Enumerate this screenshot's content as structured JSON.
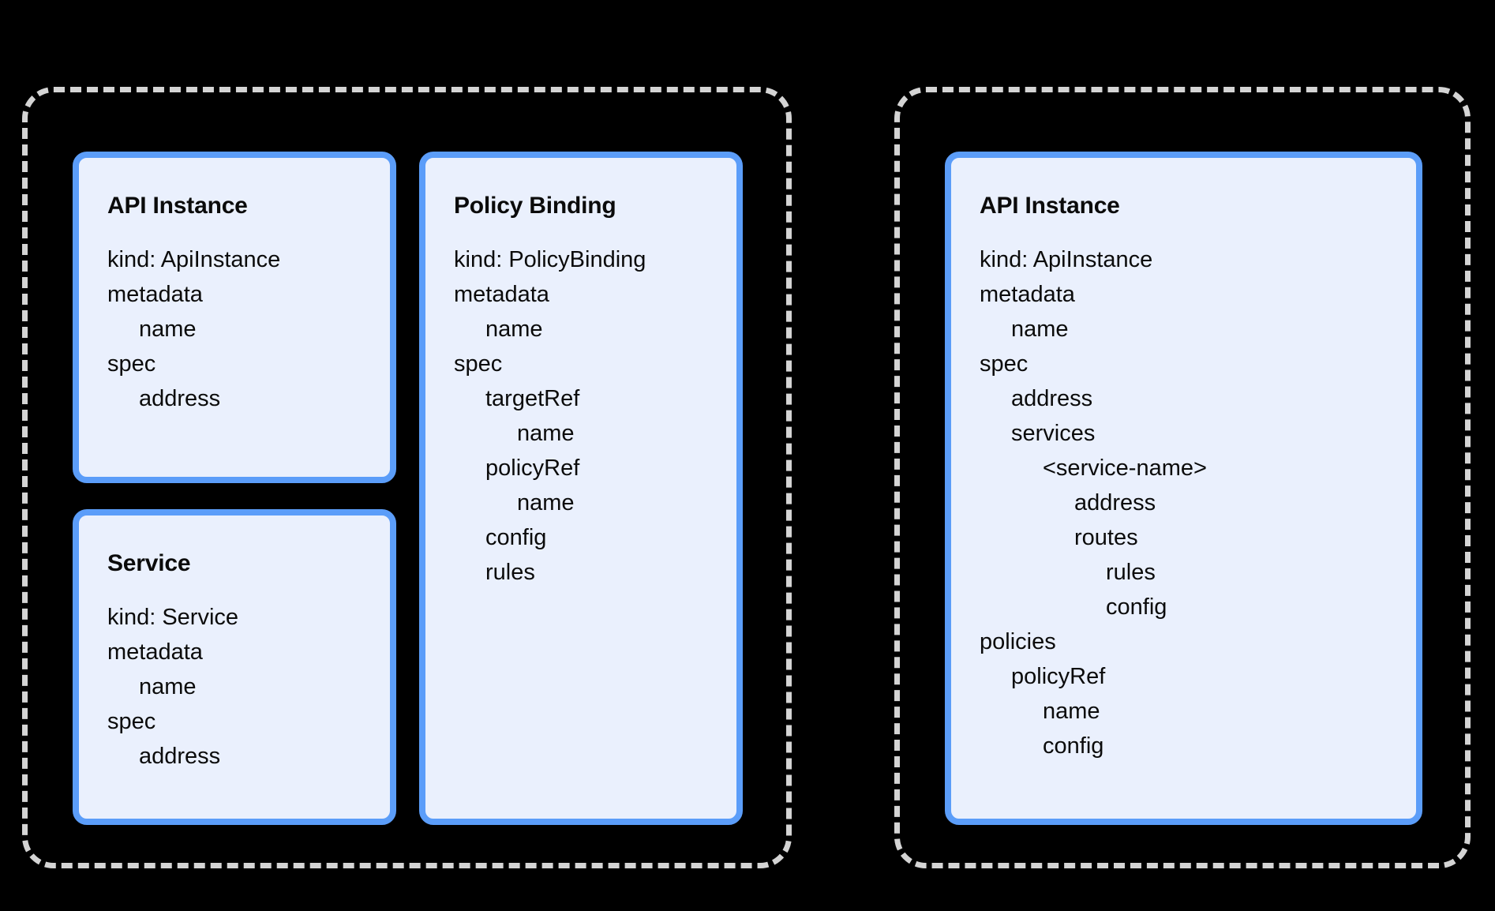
{
  "diagram": {
    "background_color": "#000000",
    "card_fill": "#eaf0fd",
    "card_border": "#5b9df9",
    "group_border": "#d4d4d4",
    "text_color": "#0b0b0b"
  },
  "groups": [
    {
      "name": "left-group",
      "cards": [
        {
          "title": "API Instance",
          "lines": [
            {
              "text": "kind: ApiInstance",
              "indent": 0
            },
            {
              "text": "metadata",
              "indent": 0
            },
            {
              "text": "name",
              "indent": 1
            },
            {
              "text": "spec",
              "indent": 0
            },
            {
              "text": "address",
              "indent": 1
            }
          ]
        },
        {
          "title": "Service",
          "lines": [
            {
              "text": "kind: Service",
              "indent": 0
            },
            {
              "text": "metadata",
              "indent": 0
            },
            {
              "text": "name",
              "indent": 1
            },
            {
              "text": "spec",
              "indent": 0
            },
            {
              "text": "address",
              "indent": 1
            }
          ]
        },
        {
          "title": "Policy Binding",
          "lines": [
            {
              "text": "kind: PolicyBinding",
              "indent": 0
            },
            {
              "text": "metadata",
              "indent": 0
            },
            {
              "text": "name",
              "indent": 1
            },
            {
              "text": "spec",
              "indent": 0
            },
            {
              "text": "targetRef",
              "indent": 1
            },
            {
              "text": "name",
              "indent": 2
            },
            {
              "text": "policyRef",
              "indent": 1
            },
            {
              "text": "name",
              "indent": 2
            },
            {
              "text": "config",
              "indent": 1
            },
            {
              "text": "rules",
              "indent": 1
            }
          ]
        }
      ]
    },
    {
      "name": "right-group",
      "cards": [
        {
          "title": "API Instance",
          "lines": [
            {
              "text": "kind: ApiInstance",
              "indent": 0
            },
            {
              "text": "metadata",
              "indent": 0
            },
            {
              "text": "name",
              "indent": 1
            },
            {
              "text": "spec",
              "indent": 0
            },
            {
              "text": "address",
              "indent": 1
            },
            {
              "text": "services",
              "indent": 1
            },
            {
              "text": "<service-name>",
              "indent": 2
            },
            {
              "text": "address",
              "indent": 3
            },
            {
              "text": "routes",
              "indent": 3
            },
            {
              "text": "rules",
              "indent": 4
            },
            {
              "text": "config",
              "indent": 4
            },
            {
              "text": "policies",
              "indent": 0
            },
            {
              "text": "policyRef",
              "indent": 1
            },
            {
              "text": "name",
              "indent": 2
            },
            {
              "text": "config",
              "indent": 2
            }
          ]
        }
      ]
    }
  ]
}
